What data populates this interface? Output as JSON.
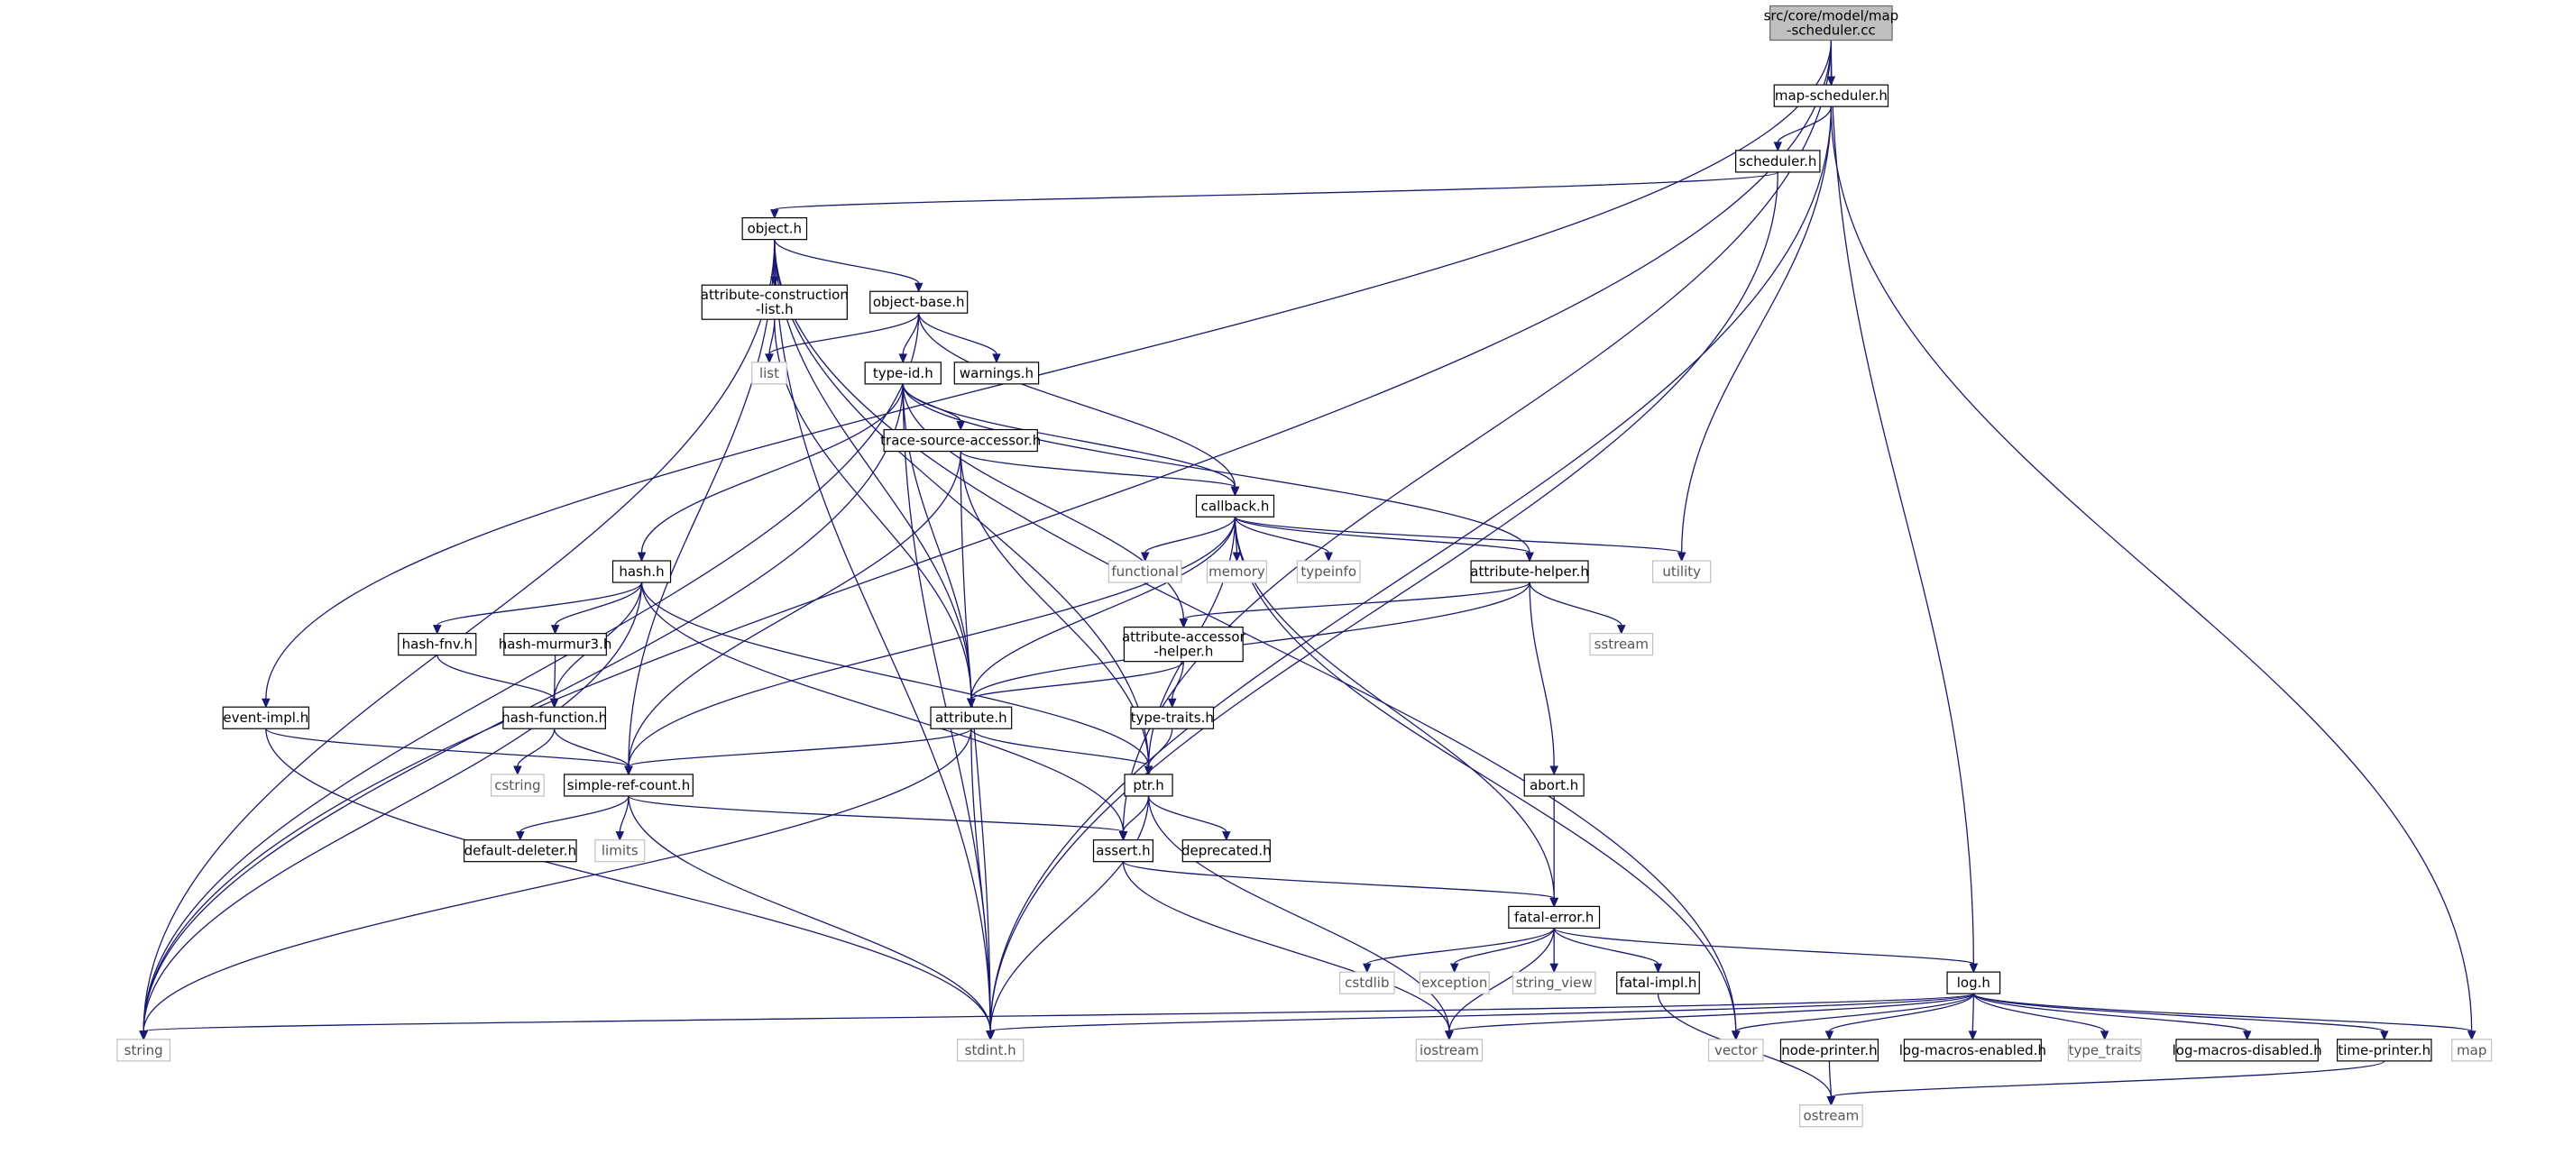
{
  "colors": {
    "edge": "#191970",
    "root_fill": "#bfbfbf",
    "node_border": "#000000",
    "system_border": "#bfbfbf",
    "system_text": "#555555"
  },
  "nodes": [
    {
      "id": "root",
      "label": [
        "src/core/model/map",
        "-scheduler.cc"
      ],
      "kind": "root"
    },
    {
      "id": "map-scheduler.h",
      "label": [
        "map-scheduler.h"
      ],
      "kind": "local"
    },
    {
      "id": "scheduler.h",
      "label": [
        "scheduler.h"
      ],
      "kind": "local"
    },
    {
      "id": "object.h",
      "label": [
        "object.h"
      ],
      "kind": "local"
    },
    {
      "id": "attribute-construction-list.h",
      "label": [
        "attribute-construction",
        "-list.h"
      ],
      "kind": "local"
    },
    {
      "id": "object-base.h",
      "label": [
        "object-base.h"
      ],
      "kind": "local"
    },
    {
      "id": "list",
      "label": [
        "list"
      ],
      "kind": "system"
    },
    {
      "id": "type-id.h",
      "label": [
        "type-id.h"
      ],
      "kind": "local"
    },
    {
      "id": "warnings.h",
      "label": [
        "warnings.h"
      ],
      "kind": "local"
    },
    {
      "id": "trace-source-accessor.h",
      "label": [
        "trace-source-accessor.h"
      ],
      "kind": "local"
    },
    {
      "id": "callback.h",
      "label": [
        "callback.h"
      ],
      "kind": "local"
    },
    {
      "id": "hash.h",
      "label": [
        "hash.h"
      ],
      "kind": "local"
    },
    {
      "id": "functional",
      "label": [
        "functional"
      ],
      "kind": "system"
    },
    {
      "id": "memory",
      "label": [
        "memory"
      ],
      "kind": "system"
    },
    {
      "id": "typeinfo",
      "label": [
        "typeinfo"
      ],
      "kind": "system"
    },
    {
      "id": "attribute-helper.h",
      "label": [
        "attribute-helper.h"
      ],
      "kind": "local"
    },
    {
      "id": "utility",
      "label": [
        "utility"
      ],
      "kind": "system"
    },
    {
      "id": "sstream",
      "label": [
        "sstream"
      ],
      "kind": "system"
    },
    {
      "id": "hash-fnv.h",
      "label": [
        "hash-fnv.h"
      ],
      "kind": "local"
    },
    {
      "id": "hash-murmur3.h",
      "label": [
        "hash-murmur3.h"
      ],
      "kind": "local"
    },
    {
      "id": "attribute-accessor-helper.h",
      "label": [
        "attribute-accessor",
        "-helper.h"
      ],
      "kind": "local"
    },
    {
      "id": "hash-function.h",
      "label": [
        "hash-function.h"
      ],
      "kind": "local"
    },
    {
      "id": "event-impl.h",
      "label": [
        "event-impl.h"
      ],
      "kind": "local"
    },
    {
      "id": "attribute.h",
      "label": [
        "attribute.h"
      ],
      "kind": "local"
    },
    {
      "id": "type-traits.h",
      "label": [
        "type-traits.h"
      ],
      "kind": "local"
    },
    {
      "id": "cstring",
      "label": [
        "cstring"
      ],
      "kind": "system"
    },
    {
      "id": "simple-ref-count.h",
      "label": [
        "simple-ref-count.h"
      ],
      "kind": "local"
    },
    {
      "id": "ptr.h",
      "label": [
        "ptr.h"
      ],
      "kind": "local"
    },
    {
      "id": "abort.h",
      "label": [
        "abort.h"
      ],
      "kind": "local"
    },
    {
      "id": "default-deleter.h",
      "label": [
        "default-deleter.h"
      ],
      "kind": "local"
    },
    {
      "id": "limits",
      "label": [
        "limits"
      ],
      "kind": "system"
    },
    {
      "id": "assert.h",
      "label": [
        "assert.h"
      ],
      "kind": "local"
    },
    {
      "id": "deprecated.h",
      "label": [
        "deprecated.h"
      ],
      "kind": "local"
    },
    {
      "id": "fatal-error.h",
      "label": [
        "fatal-error.h"
      ],
      "kind": "local"
    },
    {
      "id": "cstdlib",
      "label": [
        "cstdlib"
      ],
      "kind": "system"
    },
    {
      "id": "exception",
      "label": [
        "exception"
      ],
      "kind": "system"
    },
    {
      "id": "string_view",
      "label": [
        "string_view"
      ],
      "kind": "system"
    },
    {
      "id": "fatal-impl.h",
      "label": [
        "fatal-impl.h"
      ],
      "kind": "local"
    },
    {
      "id": "log.h",
      "label": [
        "log.h"
      ],
      "kind": "local"
    },
    {
      "id": "string",
      "label": [
        "string"
      ],
      "kind": "system"
    },
    {
      "id": "stdint.h",
      "label": [
        "stdint.h"
      ],
      "kind": "system"
    },
    {
      "id": "iostream",
      "label": [
        "iostream"
      ],
      "kind": "system"
    },
    {
      "id": "vector",
      "label": [
        "vector"
      ],
      "kind": "system"
    },
    {
      "id": "node-printer.h",
      "label": [
        "node-printer.h"
      ],
      "kind": "local"
    },
    {
      "id": "log-macros-enabled.h",
      "label": [
        "log-macros-enabled.h"
      ],
      "kind": "local"
    },
    {
      "id": "type_traits",
      "label": [
        "type_traits"
      ],
      "kind": "system"
    },
    {
      "id": "log-macros-disabled.h",
      "label": [
        "log-macros-disabled.h"
      ],
      "kind": "local"
    },
    {
      "id": "time-printer.h",
      "label": [
        "time-printer.h"
      ],
      "kind": "local"
    },
    {
      "id": "map",
      "label": [
        "map"
      ],
      "kind": "system"
    },
    {
      "id": "ostream",
      "label": [
        "ostream"
      ],
      "kind": "system"
    }
  ],
  "edges": [
    [
      "root",
      "map-scheduler.h"
    ],
    [
      "root",
      "string"
    ],
    [
      "root",
      "event-impl.h"
    ],
    [
      "root",
      "assert.h"
    ],
    [
      "root",
      "log.h"
    ],
    [
      "map-scheduler.h",
      "scheduler.h"
    ],
    [
      "map-scheduler.h",
      "utility"
    ],
    [
      "map-scheduler.h",
      "stdint.h"
    ],
    [
      "map-scheduler.h",
      "map"
    ],
    [
      "scheduler.h",
      "object.h"
    ],
    [
      "scheduler.h",
      "stdint.h"
    ],
    [
      "object.h",
      "attribute-construction-list.h"
    ],
    [
      "object.h",
      "object-base.h"
    ],
    [
      "object.h",
      "attribute.h"
    ],
    [
      "object.h",
      "ptr.h"
    ],
    [
      "object.h",
      "simple-ref-count.h"
    ],
    [
      "object.h",
      "string"
    ],
    [
      "object.h",
      "stdint.h"
    ],
    [
      "object.h",
      "vector"
    ],
    [
      "attribute-construction-list.h",
      "list"
    ],
    [
      "attribute-construction-list.h",
      "attribute.h"
    ],
    [
      "object-base.h",
      "list"
    ],
    [
      "object-base.h",
      "type-id.h"
    ],
    [
      "object-base.h",
      "warnings.h"
    ],
    [
      "object-base.h",
      "callback.h"
    ],
    [
      "object-base.h",
      "string"
    ],
    [
      "type-id.h",
      "trace-source-accessor.h"
    ],
    [
      "type-id.h",
      "callback.h"
    ],
    [
      "type-id.h",
      "hash.h"
    ],
    [
      "type-id.h",
      "attribute.h"
    ],
    [
      "type-id.h",
      "attribute-helper.h"
    ],
    [
      "type-id.h",
      "attribute-accessor-helper.h"
    ],
    [
      "type-id.h",
      "string"
    ],
    [
      "type-id.h",
      "stdint.h"
    ],
    [
      "trace-source-accessor.h",
      "callback.h"
    ],
    [
      "trace-source-accessor.h",
      "simple-ref-count.h"
    ],
    [
      "trace-source-accessor.h",
      "ptr.h"
    ],
    [
      "trace-source-accessor.h",
      "stdint.h"
    ],
    [
      "callback.h",
      "functional"
    ],
    [
      "callback.h",
      "memory"
    ],
    [
      "callback.h",
      "typeinfo"
    ],
    [
      "callback.h",
      "attribute-helper.h"
    ],
    [
      "callback.h",
      "utility"
    ],
    [
      "callback.h",
      "attribute.h"
    ],
    [
      "callback.h",
      "simple-ref-count.h"
    ],
    [
      "callback.h",
      "ptr.h"
    ],
    [
      "callback.h",
      "fatal-error.h"
    ],
    [
      "callback.h",
      "vector"
    ],
    [
      "hash.h",
      "hash-fnv.h"
    ],
    [
      "hash.h",
      "hash-murmur3.h"
    ],
    [
      "hash.h",
      "hash-function.h"
    ],
    [
      "hash.h",
      "ptr.h"
    ],
    [
      "hash.h",
      "assert.h"
    ],
    [
      "hash.h",
      "string"
    ],
    [
      "attribute-helper.h",
      "sstream"
    ],
    [
      "attribute-helper.h",
      "attribute-accessor-helper.h"
    ],
    [
      "attribute-helper.h",
      "attribute.h"
    ],
    [
      "attribute-helper.h",
      "abort.h"
    ],
    [
      "hash-fnv.h",
      "hash-function.h"
    ],
    [
      "hash-murmur3.h",
      "hash-function.h"
    ],
    [
      "attribute-accessor-helper.h",
      "attribute.h"
    ],
    [
      "attribute-accessor-helper.h",
      "type-traits.h"
    ],
    [
      "hash-function.h",
      "cstring"
    ],
    [
      "hash-function.h",
      "simple-ref-count.h"
    ],
    [
      "event-impl.h",
      "simple-ref-count.h"
    ],
    [
      "event-impl.h",
      "stdint.h"
    ],
    [
      "attribute.h",
      "simple-ref-count.h"
    ],
    [
      "attribute.h",
      "ptr.h"
    ],
    [
      "attribute.h",
      "string"
    ],
    [
      "attribute.h",
      "stdint.h"
    ],
    [
      "type-traits.h",
      "ptr.h"
    ],
    [
      "simple-ref-count.h",
      "default-deleter.h"
    ],
    [
      "simple-ref-count.h",
      "limits"
    ],
    [
      "simple-ref-count.h",
      "assert.h"
    ],
    [
      "simple-ref-count.h",
      "stdint.h"
    ],
    [
      "ptr.h",
      "assert.h"
    ],
    [
      "ptr.h",
      "deprecated.h"
    ],
    [
      "ptr.h",
      "stdint.h"
    ],
    [
      "ptr.h",
      "iostream"
    ],
    [
      "abort.h",
      "fatal-error.h"
    ],
    [
      "assert.h",
      "fatal-error.h"
    ],
    [
      "assert.h",
      "iostream"
    ],
    [
      "fatal-error.h",
      "cstdlib"
    ],
    [
      "fatal-error.h",
      "exception"
    ],
    [
      "fatal-error.h",
      "string_view"
    ],
    [
      "fatal-error.h",
      "fatal-impl.h"
    ],
    [
      "fatal-error.h",
      "log.h"
    ],
    [
      "fatal-error.h",
      "iostream"
    ],
    [
      "fatal-impl.h",
      "ostream"
    ],
    [
      "log.h",
      "string"
    ],
    [
      "log.h",
      "stdint.h"
    ],
    [
      "log.h",
      "iostream"
    ],
    [
      "log.h",
      "vector"
    ],
    [
      "log.h",
      "node-printer.h"
    ],
    [
      "log.h",
      "log-macros-enabled.h"
    ],
    [
      "log.h",
      "type_traits"
    ],
    [
      "log.h",
      "log-macros-disabled.h"
    ],
    [
      "log.h",
      "time-printer.h"
    ],
    [
      "log.h",
      "map"
    ],
    [
      "node-printer.h",
      "ostream"
    ],
    [
      "time-printer.h",
      "ostream"
    ]
  ]
}
